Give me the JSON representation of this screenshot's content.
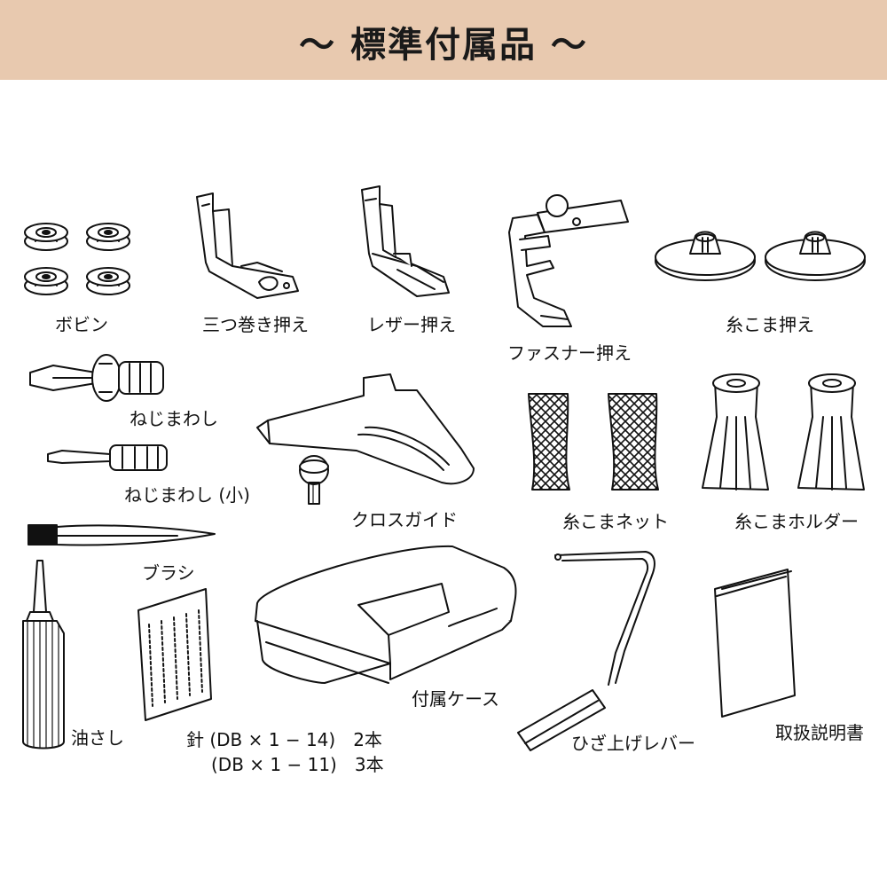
{
  "title": "～ 標準付属品 ～",
  "accent_color": "#e8c9af",
  "items": [
    {
      "label": "ボビン"
    },
    {
      "label": "三つ巻き押え"
    },
    {
      "label": "レザー押え"
    },
    {
      "label": "ファスナー押え"
    },
    {
      "label": "糸こま押え"
    },
    {
      "label": "ねじまわし"
    },
    {
      "label": "ねじまわし (小)"
    },
    {
      "label": "クロスガイド"
    },
    {
      "label": "糸こまネット"
    },
    {
      "label": "糸こまホルダー"
    },
    {
      "label": "ブラシ"
    },
    {
      "label": "付属ケース"
    },
    {
      "label": "油さし"
    },
    {
      "label": "針 (DB × 1 − 14)　2本"
    },
    {
      "label": "(DB × 1 − 11)　3本"
    },
    {
      "label": "ひざ上げレバー"
    },
    {
      "label": "取扱説明書"
    }
  ]
}
